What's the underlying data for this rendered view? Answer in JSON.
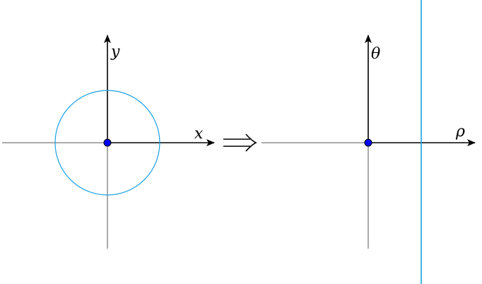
{
  "labels": {
    "left_x_axis": "x",
    "left_y_axis": "y",
    "right_rho_axis": "ρ",
    "right_theta_axis": "θ",
    "transform_arrow": "⟹"
  },
  "colors": {
    "axis_thin": "#555555",
    "axis_thick": "#000000",
    "curve": "#1ba1e2",
    "origin_fill": "#0000ff",
    "origin_stroke": "#000000"
  }
}
